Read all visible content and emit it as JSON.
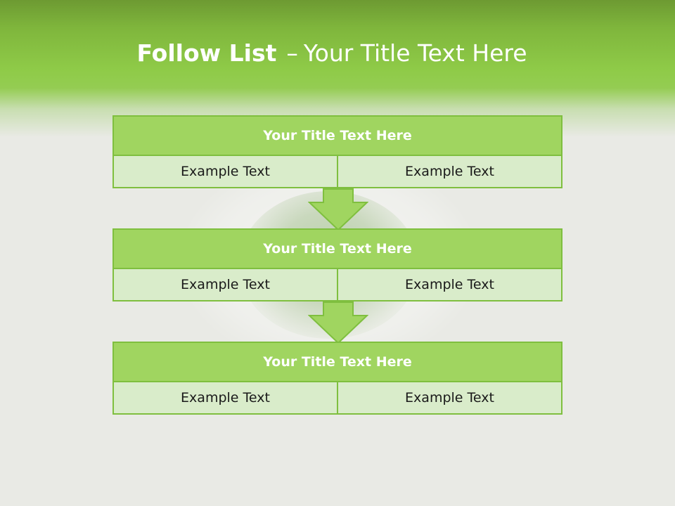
{
  "slide": {
    "title_bold": "Follow List",
    "title_separator": "–",
    "title_rest": "Your Title Text Here"
  },
  "colors": {
    "header_green": "#8fcb48",
    "box_title_fill": "#a0d560",
    "box_cell_fill": "#d9ecca",
    "border_green": "#7fbf3f",
    "background": "#e9eae5"
  },
  "steps": [
    {
      "title": "Your Title Text Here",
      "cells": [
        "Example Text",
        "Example Text"
      ]
    },
    {
      "title": "Your Title Text Here",
      "cells": [
        "Example Text",
        "Example Text"
      ]
    },
    {
      "title": "Your Title Text Here",
      "cells": [
        "Example Text",
        "Example Text"
      ]
    }
  ],
  "connectors": [
    "down-arrow-icon",
    "down-arrow-icon"
  ]
}
